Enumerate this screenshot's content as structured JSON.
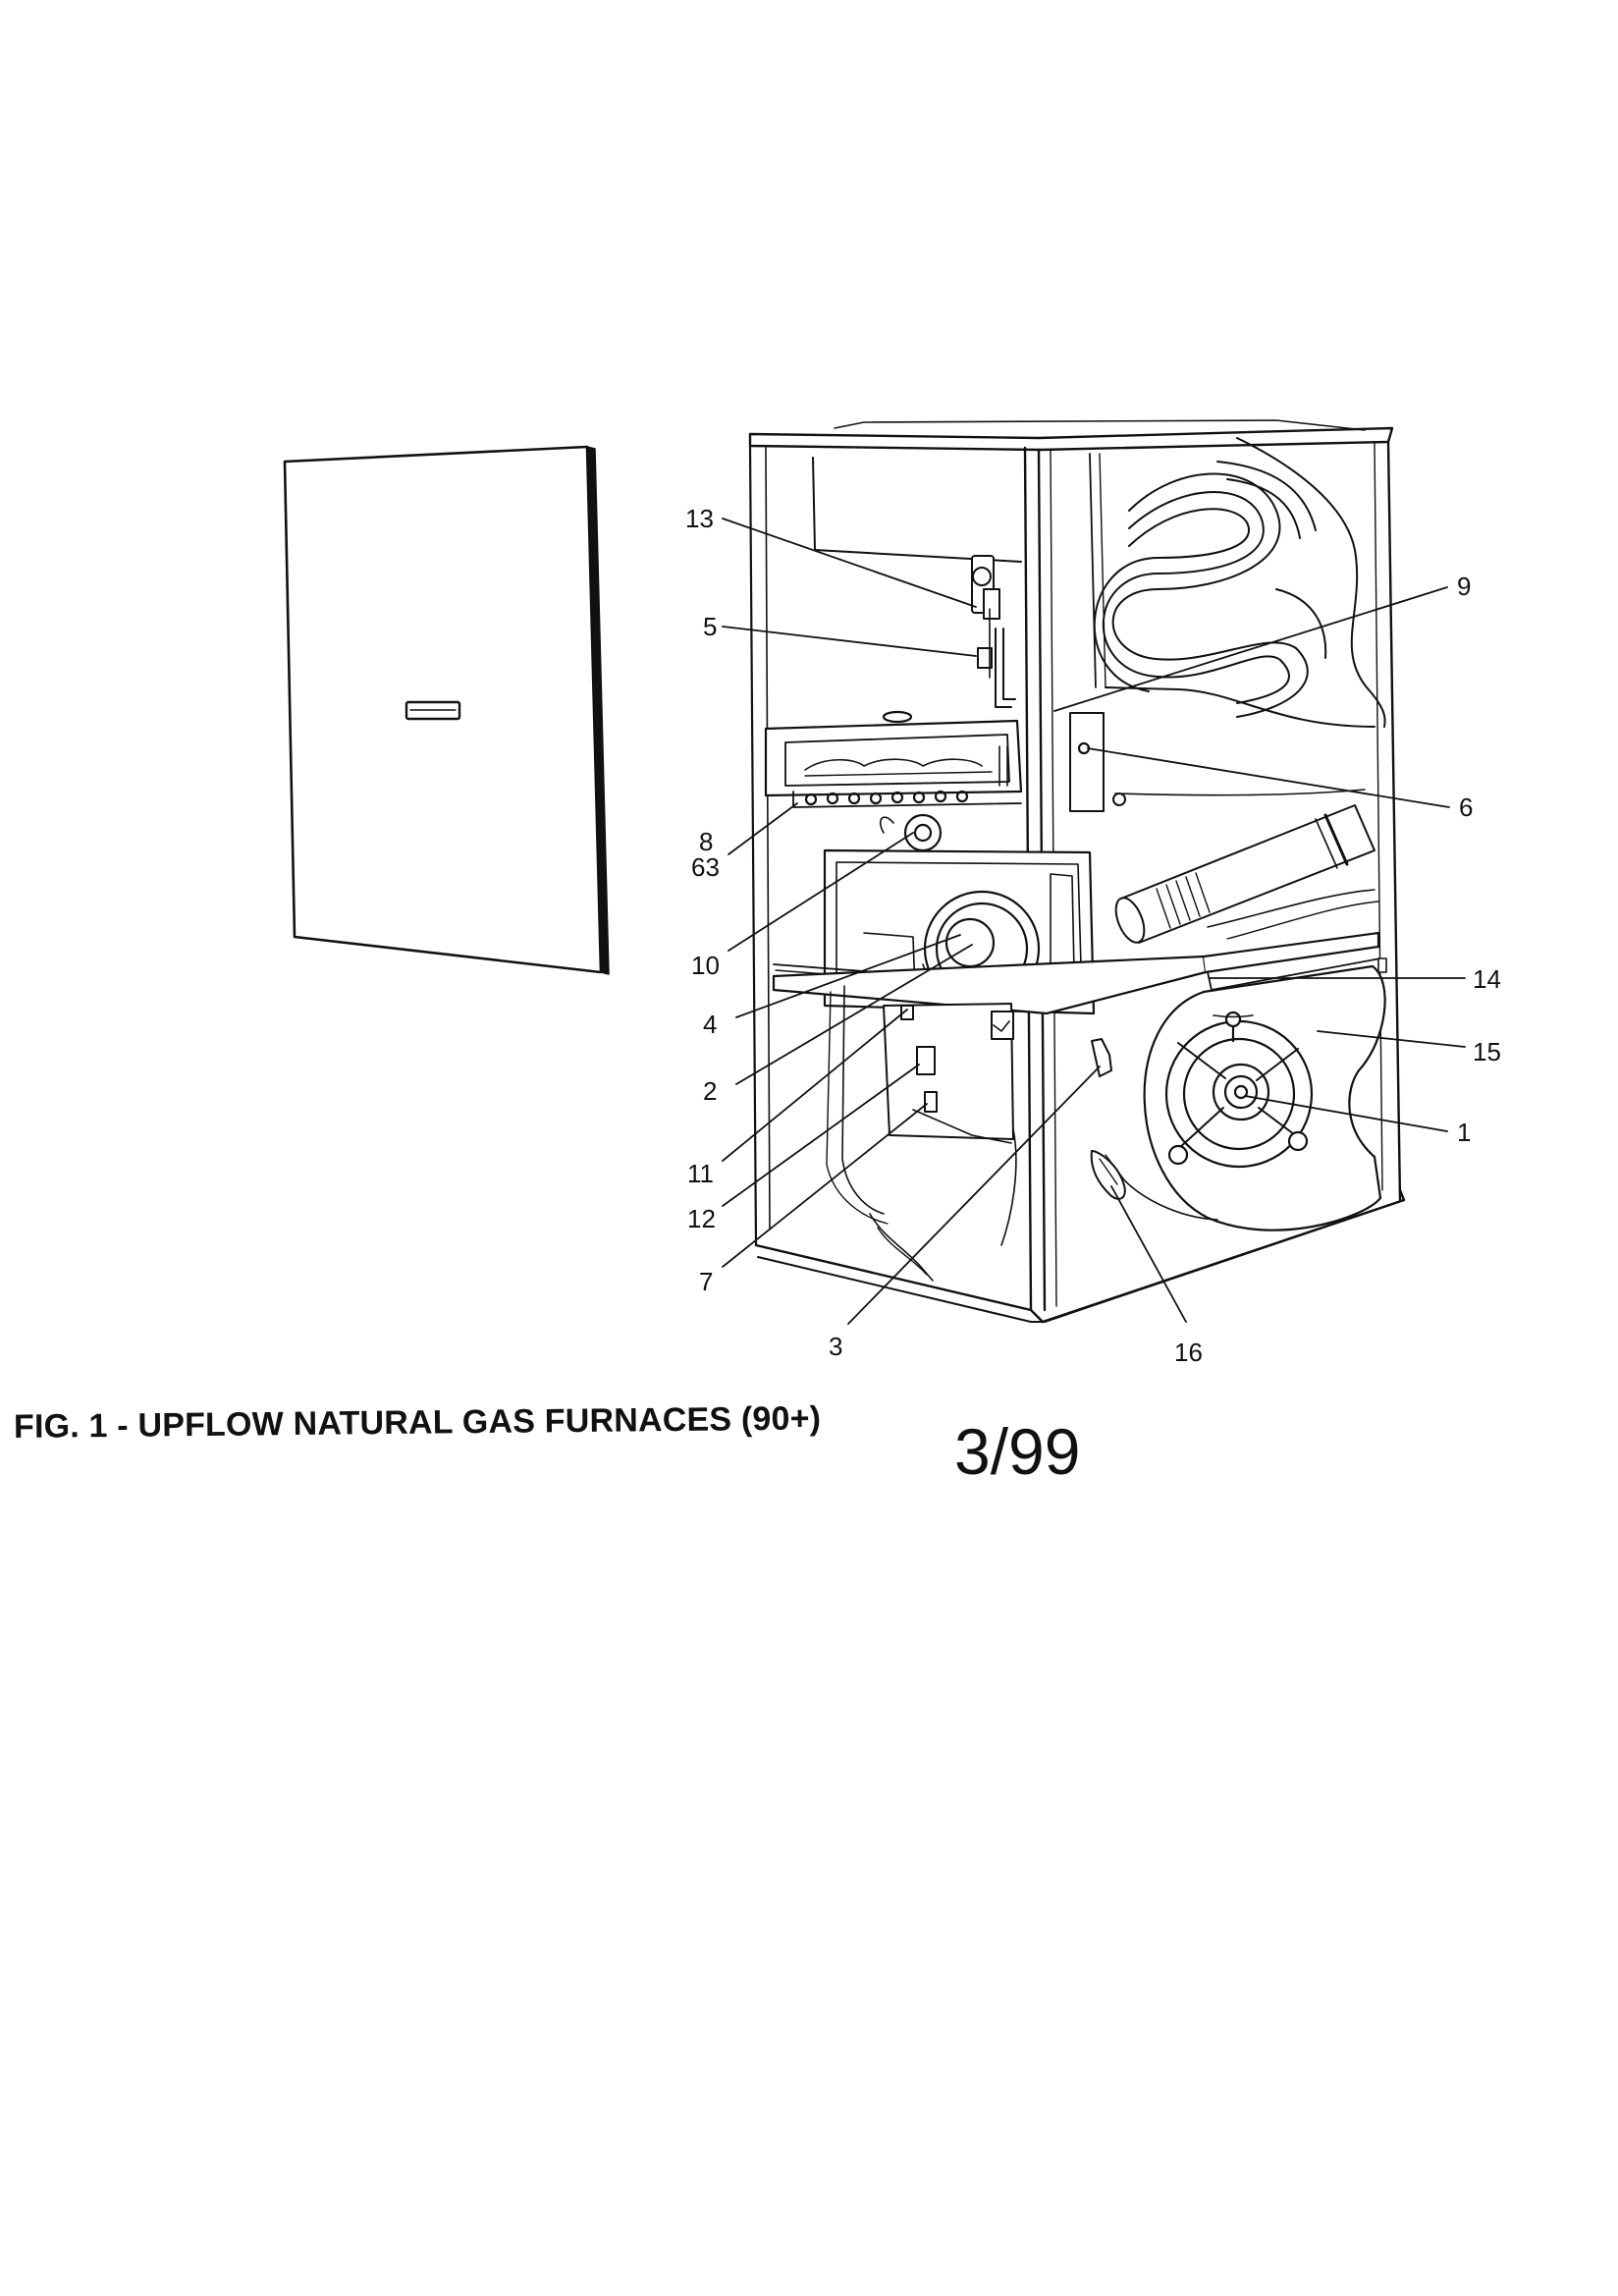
{
  "figure": {
    "caption": "FIG. 1 - UPFLOW NATURAL GAS FURNACES (90+)",
    "date": "3/99"
  },
  "callouts": {
    "c13": "13",
    "c5": "5",
    "c9": "9",
    "c6": "6",
    "c8": "8",
    "c63": "63",
    "c10": "10",
    "c4": "4",
    "c2": "2",
    "c14": "14",
    "c15": "15",
    "c1": "1",
    "c11": "11",
    "c12": "12",
    "c7": "7",
    "c3": "3",
    "c16": "16"
  },
  "colors": {
    "ink": "#111111",
    "paper": "#ffffff"
  }
}
